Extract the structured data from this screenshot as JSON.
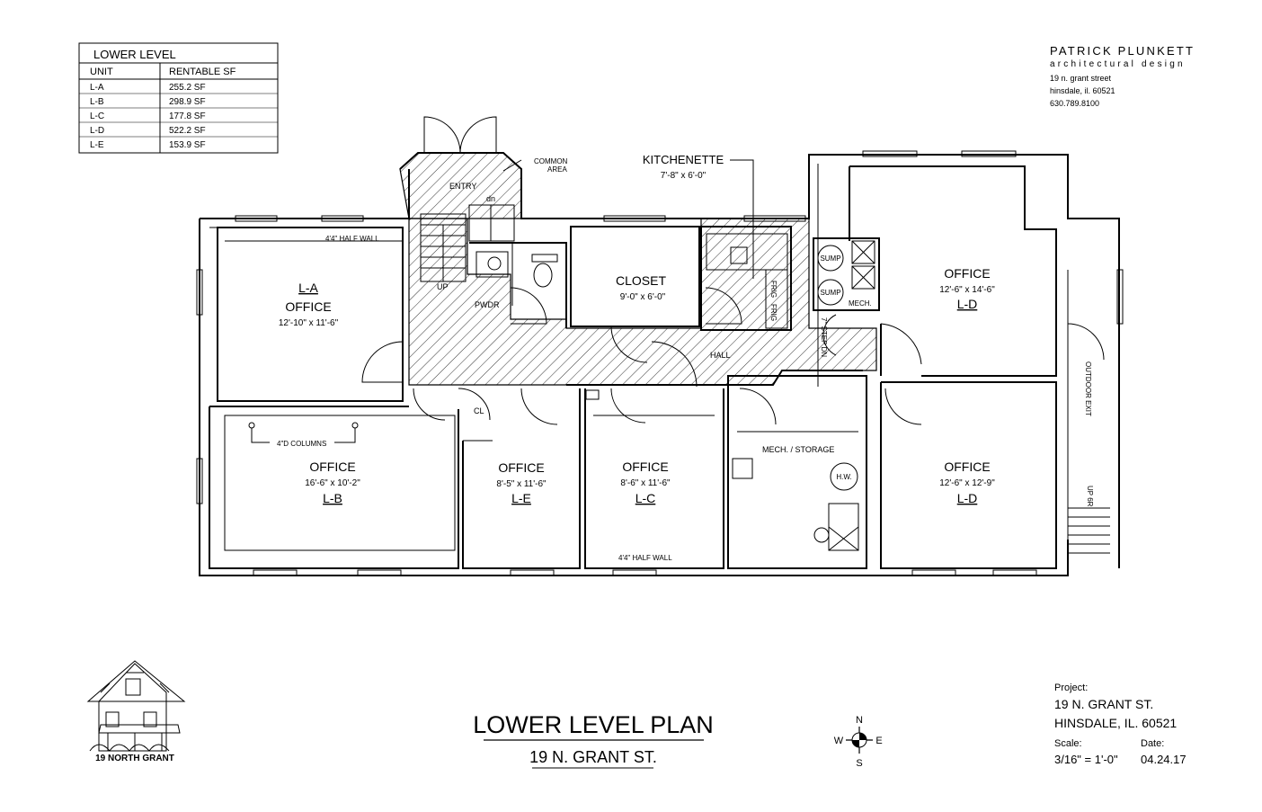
{
  "table": {
    "title": "LOWER LEVEL",
    "headers": [
      "UNIT",
      "RENTABLE SF"
    ],
    "rows": [
      [
        "L-A",
        "255.2 SF"
      ],
      [
        "L-B",
        "298.9 SF"
      ],
      [
        "L-C",
        "177.8 SF"
      ],
      [
        "L-D",
        "522.2 SF"
      ],
      [
        "L-E",
        "153.9 SF"
      ]
    ]
  },
  "firm": {
    "name": "PATRICK PLUNKETT",
    "tagline": "architectural design",
    "address1": "19 n. grant street",
    "address2": "hinsdale, il. 60521",
    "phone": "630.789.8100"
  },
  "plan": {
    "common_area": [
      "COMMON",
      "AREA"
    ],
    "kitchenette": {
      "name": "KITCHENETTE",
      "dim": "7'-8\" x 6'-0\""
    },
    "entry": "ENTRY",
    "dn": "dn",
    "up": "UP",
    "pwdr": "PWDR",
    "closet": {
      "name": "CLOSET",
      "dim": "9'-0\" x 6'-0\""
    },
    "frig1": "FRIG",
    "frig2": "FRIG",
    "sump1": "SUMP",
    "sump2": "SUMP",
    "mech": "MECH.",
    "step": "7\" STEP DN",
    "hall": "HALL",
    "half_wall_top": "4'4\" HALF WALL",
    "half_wall_bottom": "4'4\" HALF WALL",
    "columns": "4\"D COLUMNS",
    "cl": "CL",
    "mech_storage": "MECH. / STORAGE",
    "hw": "H.W.",
    "outdoor_exit": "OUTDOOR EXIT",
    "up_6r": "UP 6R",
    "rooms": {
      "la": {
        "unit": "L-A",
        "name": "OFFICE",
        "dim": "12'-10\" x 11'-6\""
      },
      "ld_top": {
        "name": "OFFICE",
        "dim": "12'-6\" x 14'-6\"",
        "unit": "L-D"
      },
      "lb": {
        "name": "OFFICE",
        "dim": "16'-6\" x 10'-2\"",
        "unit": "L-B"
      },
      "le": {
        "name": "OFFICE",
        "dim": "8'-5\" x 11'-6\"",
        "unit": "L-E"
      },
      "lc": {
        "name": "OFFICE",
        "dim": "8'-6\" x 11'-6\"",
        "unit": "L-C"
      },
      "ld_bottom": {
        "name": "OFFICE",
        "dim": "12'-6\" x 12'-9\"",
        "unit": "L-D"
      }
    }
  },
  "title_block": {
    "title": "LOWER LEVEL PLAN",
    "subtitle": "19 N. GRANT ST.",
    "house_caption": "19 NORTH GRANT",
    "project_label": "Project:",
    "project_line1": "19 N. GRANT ST.",
    "project_line2": "HINSDALE, IL. 60521",
    "scale_label": "Scale:",
    "scale_value": "3/16\" = 1'-0\"",
    "date_label": "Date:",
    "date_value": "04.24.17"
  },
  "compass": {
    "n": "N",
    "s": "S",
    "e": "E",
    "w": "W"
  }
}
